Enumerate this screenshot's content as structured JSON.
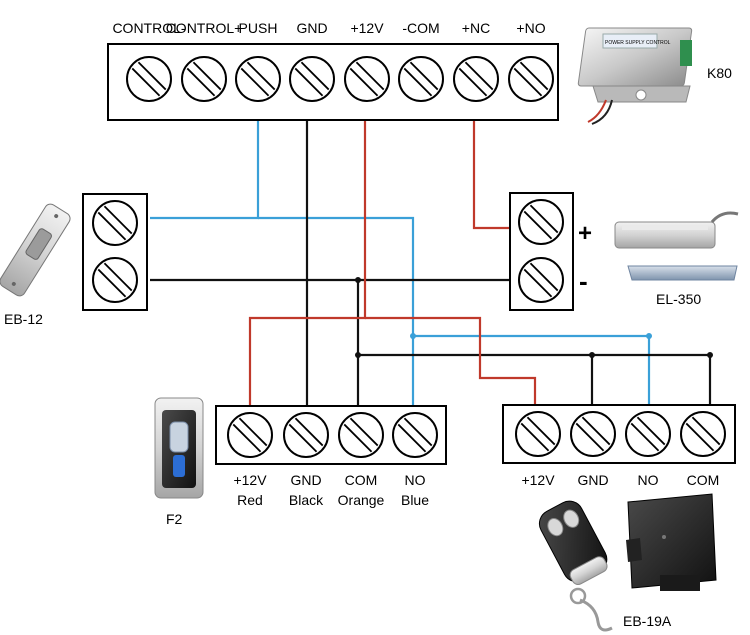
{
  "colors": {
    "red_wire": "#c0392b",
    "blue_wire": "#3aa0d8",
    "black_wire": "#111111",
    "terminal_fill": "#ffffff",
    "terminal_stroke": "#000000"
  },
  "k80": {
    "name": "K80",
    "terminals": [
      "CONTROL-",
      "CONTROL+",
      "PUSH",
      "GND",
      "+12V",
      "-COM",
      "+NC",
      "+NO"
    ],
    "label_text": "POWER SUPPLY CONTROL"
  },
  "eb12": {
    "name": "EB-12"
  },
  "el350": {
    "name": "EL-350",
    "plus": "+",
    "minus": "-"
  },
  "f2": {
    "name": "F2",
    "terminals": [
      {
        "line1": "+12V",
        "line2": "Red"
      },
      {
        "line1": "GND",
        "line2": "Black"
      },
      {
        "line1": "COM",
        "line2": "Orange"
      },
      {
        "line1": "NO",
        "line2": "Blue"
      }
    ]
  },
  "eb19a": {
    "name": "EB-19A",
    "terminals": [
      "+12V",
      "GND",
      "NO",
      "COM"
    ]
  }
}
